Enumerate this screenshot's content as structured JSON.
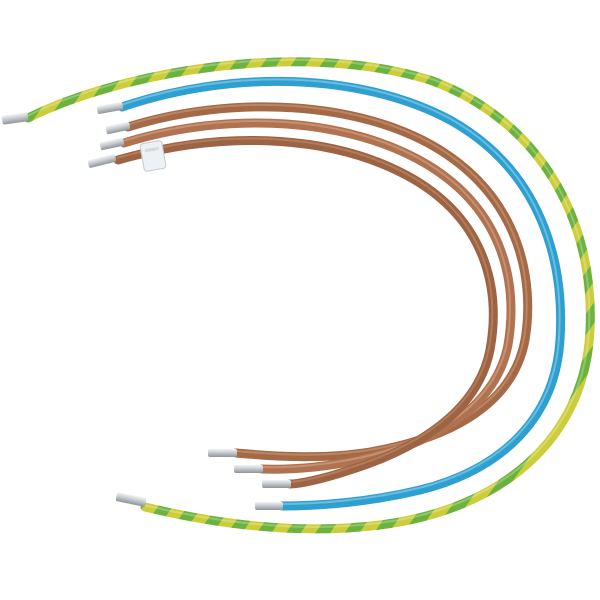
{
  "scene": {
    "subject": "wire-set",
    "background_color": "#ffffff"
  },
  "wires": [
    {
      "id": "earth-wire",
      "insulation": "green-yellow",
      "colors": [
        "#6cb33e",
        "#dcd23a"
      ],
      "ferrule_color": "#c9ccd0"
    },
    {
      "id": "neutral-wire",
      "insulation": "blue",
      "colors": [
        "#2f9fd0"
      ],
      "ferrule_color": "#c9ccd0"
    },
    {
      "id": "phase-wire-1",
      "insulation": "brown",
      "colors": [
        "#a46a48"
      ],
      "ferrule_color": "#c9ccd0"
    },
    {
      "id": "phase-wire-2",
      "insulation": "brown",
      "colors": [
        "#b07352"
      ],
      "ferrule_color": "#c9ccd0"
    },
    {
      "id": "phase-wire-3",
      "insulation": "brown",
      "colors": [
        "#9c6444"
      ],
      "ferrule_color": "#c9ccd0"
    }
  ]
}
